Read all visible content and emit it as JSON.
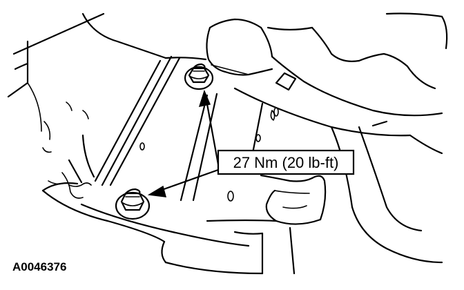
{
  "figure": {
    "callout": {
      "torque_label": "27 Nm (20 lb-ft)"
    },
    "figure_id": "A0046376",
    "components": [
      {
        "name": "upper-bolt",
        "icon": "hex-bolt-icon"
      },
      {
        "name": "lower-bolt",
        "icon": "hex-bolt-icon"
      }
    ]
  }
}
